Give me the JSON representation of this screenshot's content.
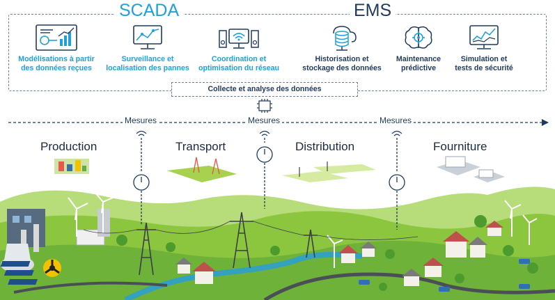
{
  "scada": {
    "title": "SCADA",
    "items": [
      {
        "line1": "Modélisations à partir",
        "line2": "des données reçues",
        "icon": "data-model-icon"
      },
      {
        "line1": "Surveillance et",
        "line2": "localisation des pannes",
        "icon": "monitoring-icon"
      },
      {
        "line1": "Coordination et",
        "line2": "optimisation du réseau",
        "icon": "coordination-icon"
      }
    ]
  },
  "ems": {
    "title": "EMS",
    "items": [
      {
        "line1": "Historisation et",
        "line2": "stockage des données",
        "icon": "database-icon"
      },
      {
        "line1": "Maintenance",
        "line2": "prédictive",
        "icon": "brain-icon"
      },
      {
        "line1": "Simulation et",
        "line2": "tests de sécurité",
        "icon": "chart-monitor-icon"
      }
    ]
  },
  "collect": {
    "label": "Collecte et analyse des données"
  },
  "measures": [
    "Mesures",
    "Mesures",
    "Mesures"
  ],
  "stages": [
    "Production",
    "Transport",
    "Distribution",
    "Fourniture"
  ],
  "colors": {
    "scada": "#1ea0dc",
    "ems": "#1f3a5c",
    "grass": "#8cc63f",
    "water": "#2a9fd6"
  }
}
